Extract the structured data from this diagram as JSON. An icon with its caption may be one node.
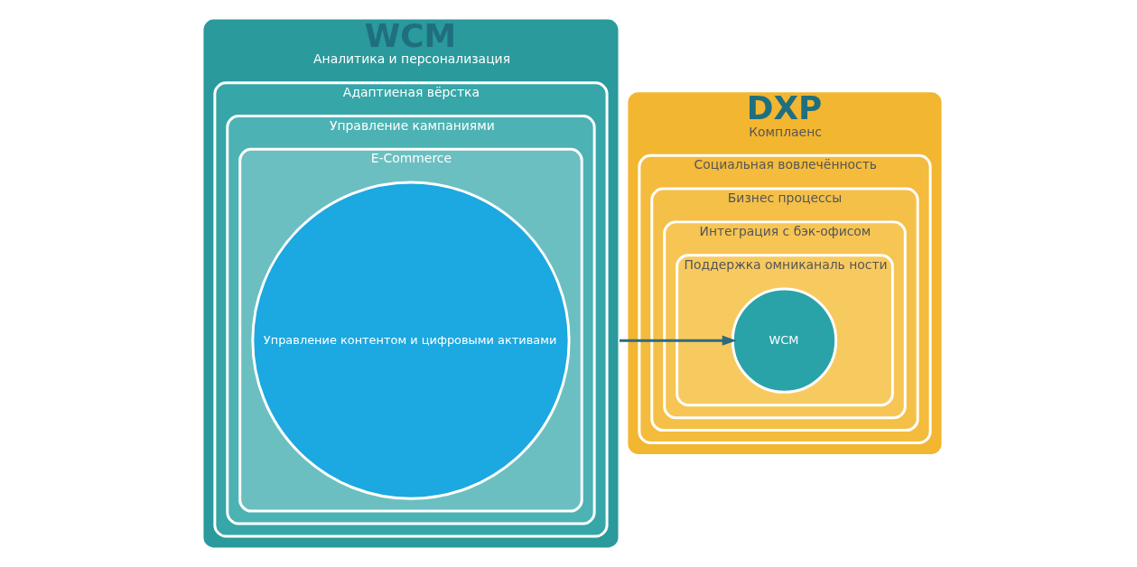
{
  "diagram": {
    "nodes": [
      {
        "text": [
          "WCM",
          "Аналитика и персонализация"
        ]
      },
      {
        "text": [
          "Адаптиеная вёрстка"
        ],
        "in": 0
      },
      {
        "text": [
          "Управление кампаниями"
        ],
        "in": 1
      },
      {
        "text": [
          "E-Commerce"
        ],
        "in": 2
      },
      {
        "text": [
          "Управление контентом и цифровыми активами"
        ],
        "in": 3
      },
      {
        "text": [
          "DXP",
          "Комплаенс"
        ]
      },
      {
        "text": [
          "Социальная вовлечённость"
        ],
        "in": 5
      },
      {
        "text": [
          "Бизнес процессы"
        ],
        "in": 6
      },
      {
        "text": [
          "Интеграция с бэк-офисом"
        ],
        "in": 7
      },
      {
        "text": [
          "Поддержка омниканаль ности"
        ],
        "in": 8
      },
      {
        "text": [
          "WCM"
        ],
        "in": 9
      }
    ],
    "edges": [
      {
        "from": 0,
        "to": 10,
        "arrow": "to"
      }
    ]
  }
}
